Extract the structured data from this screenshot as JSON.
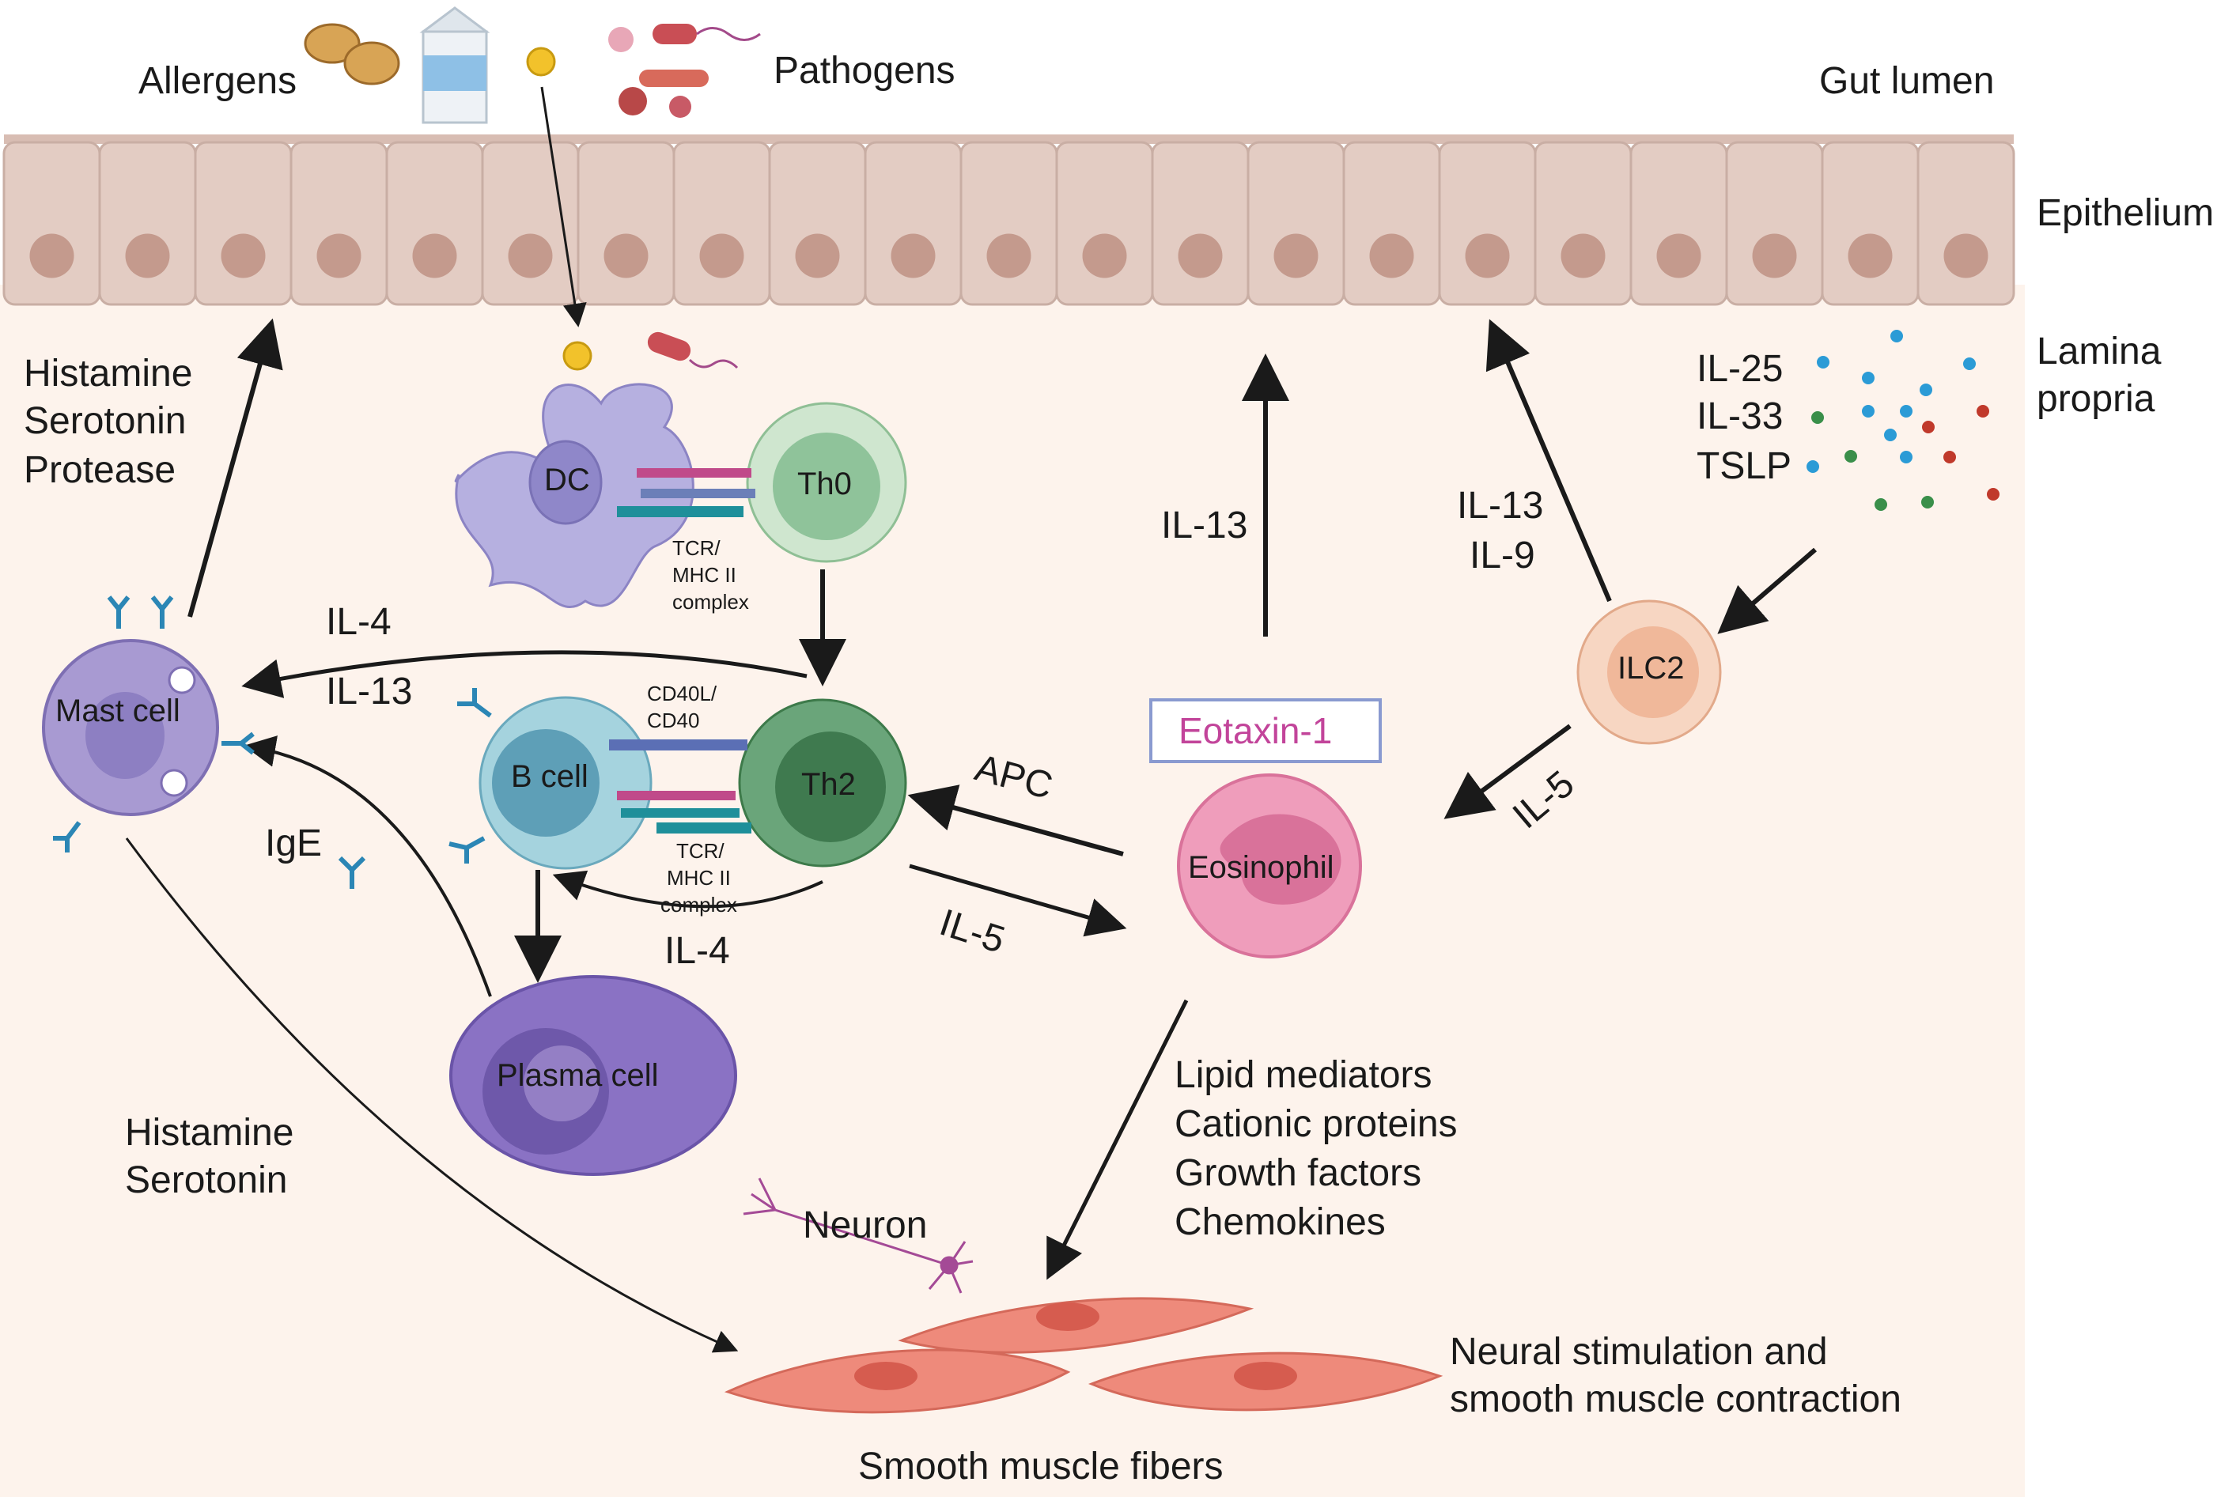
{
  "labels": {
    "allergens": "Allergens",
    "pathogens": "Pathogens",
    "gut_lumen": "Gut lumen",
    "epithelium": "Epithelium",
    "lamina_propria_1": "Lamina",
    "lamina_propria_2": "propria",
    "mast_release_1": "Histamine",
    "mast_release_2": "Serotonin",
    "mast_release_3": "Protease",
    "il25": "IL-25",
    "il33": "IL-33",
    "tslp": "TSLP",
    "il13_epith": "IL-13",
    "ilc2_il13": "IL-13",
    "ilc2_il9": "IL-9",
    "il4_to_mast": "IL-4",
    "il13_to_mast": "IL-13",
    "ige": "IgE",
    "apc": "APC",
    "il5_th2": "IL-5",
    "il5_ilc2": "IL-5",
    "il4_bcell": "IL-4",
    "tcr_top_1": "TCR/",
    "tcr_top_2": "MHC II",
    "tcr_top_3": "complex",
    "cd40_1": "CD40L/",
    "cd40_2": "CD40",
    "tcr_bot_1": "TCR/",
    "tcr_bot_2": "MHC II",
    "tcr_bot_3": "complex",
    "eos_release_1": "Lipid mediators",
    "eos_release_2": "Cationic proteins",
    "eos_release_3": "Growth factors",
    "eos_release_4": "Chemokines",
    "mast_sm_1": "Histamine",
    "mast_sm_2": "Serotonin",
    "neuron": "Neuron",
    "outcome_1": "Neural stimulation and",
    "outcome_2": "smooth muscle contraction",
    "smooth_muscle": "Smooth muscle fibers"
  },
  "cells": {
    "dc": "DC",
    "th0": "Th0",
    "th2": "Th2",
    "bcell": "B cell",
    "plasma": "Plasma cell",
    "mast": "Mast cell",
    "ilc2": "ILC2",
    "eosinophil": "Eosinophil",
    "eotaxin": "Eotaxin-1"
  },
  "colors": {
    "lamina_bg": "#fdf3ec",
    "epithelium": "#e3ccc3",
    "nucleus": "#c49a8d",
    "dc": "#b6b0e0",
    "th0": "#cfe6cf",
    "th2": "#4f8f5f",
    "bcell": "#a5d3de",
    "plasma": "#8a72c4",
    "mast": "#a89ad2",
    "ilc2": "#f4c8ae",
    "eosinophil": "#ef9dbb",
    "eotaxin_text": "#c2449a",
    "smooth_muscle": "#ee8a7b",
    "antibody": "#2b86b5",
    "arrow": "#1a1a1a"
  }
}
